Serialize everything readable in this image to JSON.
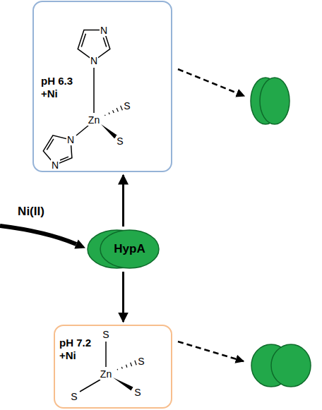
{
  "diagram": {
    "nodes": [
      {
        "text": [
          "pH 6.3 +Ni"
        ]
      },
      {
        "text": [
          "HypA"
        ]
      },
      {
        "text": [
          "pH 7.2 +Ni"
        ]
      }
    ],
    "edges": [
      {
        "from": 1,
        "to": 0,
        "arrow": "to"
      },
      {
        "from": 1,
        "to": 2,
        "arrow": "to"
      }
    ],
    "labels": [
      "N",
      "N",
      "S",
      "Zn",
      "N",
      "S",
      "N",
      "Ni(II)",
      "S",
      "S",
      "Zn",
      "S",
      "S"
    ]
  }
}
